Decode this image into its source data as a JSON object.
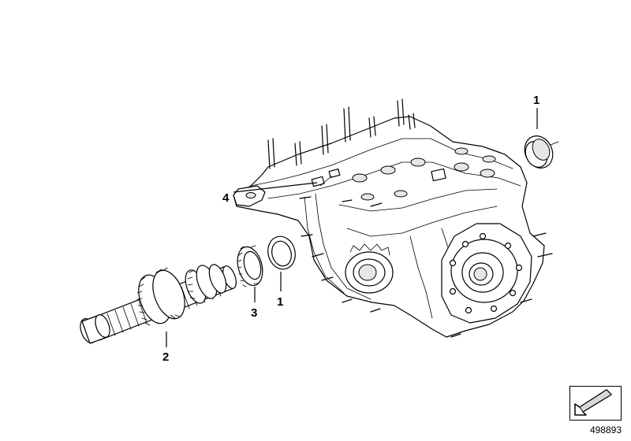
{
  "callouts": [
    {
      "id": "c1a",
      "label": "1"
    },
    {
      "id": "c1b",
      "label": "1"
    },
    {
      "id": "c2",
      "label": "2"
    },
    {
      "id": "c3",
      "label": "3"
    },
    {
      "id": "c4",
      "label": "4"
    }
  ],
  "reference_number": "498893",
  "icons": {
    "reference_box": "arrow-down-left-icon"
  }
}
